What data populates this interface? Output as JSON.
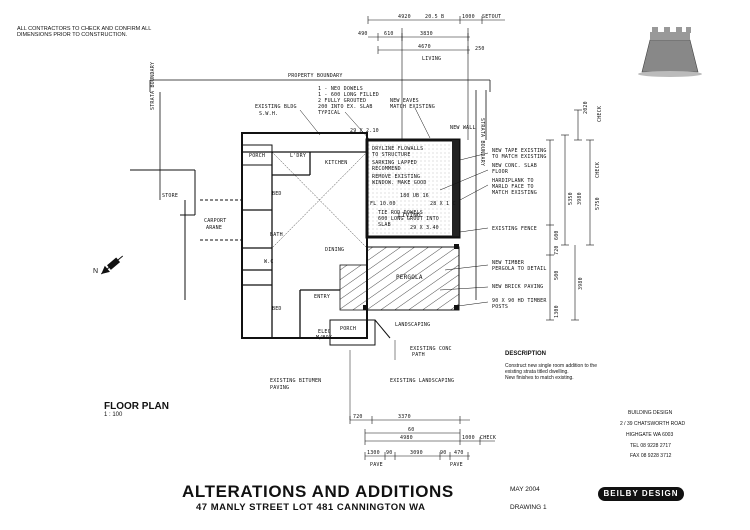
{
  "header": {
    "note_line1": "ALL CONTRACTORS TO CHECK AND CONFIRM ALL",
    "note_line2": "DIMENSIONS PRIOR TO CONSTRUCTION."
  },
  "top_dims": {
    "d1": "4920",
    "d2": "20.5 B",
    "d3": "1000",
    "setout": "SETOUT",
    "d4": "490",
    "d5": "610",
    "d6": "3830",
    "d7": "4670",
    "d8": "250",
    "living": "LIVING"
  },
  "labels": {
    "property_boundary": "PROPERTY BOUNDARY",
    "strata_boundary_left": "STRATA BOUNDARY",
    "strata_boundary_right": "STRATA BOUNDARY",
    "existing_bldg": "EXISTING BLDG",
    "existing_bldg2": "S.W.H.",
    "porch_top": "PORCH",
    "ldry": "L'DRY",
    "kitchen": "KITCHEN",
    "bed1": "BED",
    "bed2": "BED",
    "bath": "BATH",
    "wc": "W.C",
    "dining": "DINING",
    "entry": "ENTRY",
    "store": "STORE",
    "carport": "CARPORT",
    "carport2": "ARANE",
    "living_room": "LIVING",
    "fl": "FL 10.00",
    "fl2": "28 X 1 C",
    "beam": "180 UB 16",
    "pergola": "PERGOLA",
    "porch_bottom": "PORCH",
    "elec": "ELEC",
    "mbox": "M/BOX",
    "landscaping": "LANDSCAPING",
    "existing_landscaping": "EXISTING LANDSCAPING",
    "existing_bitumen": "EXISTING BITUMEN",
    "existing_bitumen2": "PAVING",
    "existing_conc": "EXISTING CONC",
    "existing_conc2": "PATH",
    "north": "N"
  },
  "annotations": {
    "a1": "1 - NEO DOWELS",
    "a2": "1 - 600 LONG FILLED",
    "a3": "2 FULLY GROUTED",
    "a4": "200 INTO EX. SLAB",
    "a5": "TYPICAL",
    "b1": "NEW EAVES",
    "b2": "MATCH EXISTING",
    "c1": "DRYLINE FLOWALLS",
    "c2": "TO STRUCTURE",
    "c3": "SARKING LAPPED",
    "c4": "RECOMMEND",
    "c5": "REMOVE EXISTING",
    "c6": "WINDOW. MAKE GOOD",
    "d1": "NEW TAPE EXISTING",
    "d2": "TO MATCH EXISTING",
    "d3": "NEW CONC. SLAB",
    "d4": "FLOOR",
    "d5": "HARDIPLANK TO",
    "d6": "MARLD FACE TO",
    "d7": "MATCH EXISTING",
    "e1": "EXISTING FENCE",
    "f1": "NEW TIMBER",
    "f2": "PERGOLA TO DETAIL",
    "g1": "NEW BRICK PAVING",
    "h1": "90 X 90 HD TIMBER",
    "h2": "POSTS",
    "i1": "TIE ROD DOWELS",
    "i2": "600 LONG GROUT INTO",
    "i3": "SLAB",
    "j1": "29 X 3.40",
    "k1": "NEW WALL",
    "top_small": "29 X 2.10"
  },
  "right_dims": {
    "r1": "2020",
    "r1b": "CHECK",
    "r2": "5750",
    "r2b": "CHECK",
    "r3": "5350",
    "r4": "3980",
    "r5": "600",
    "r6": "720",
    "r7": "3980",
    "r8": "500",
    "r9": "1300"
  },
  "bottom_dims": {
    "b1": "720",
    "b2": "3370",
    "b3": "60",
    "b4": "4980",
    "b5": "1000",
    "b5b": "CHECK",
    "b6": "1300",
    "b7": "90",
    "b8": "3090",
    "b9": "90",
    "b10": "470",
    "b11": "PAVE",
    "b12": "PAVE"
  },
  "description": {
    "title": "DESCRIPTION",
    "line1": "Construct new single room addition to the",
    "line2": "existing strata titled dwelling.",
    "line3": "New finishes to match existing."
  },
  "plan_title": {
    "title": "FLOOR PLAN",
    "scale": "1 : 100"
  },
  "firm": {
    "line1": "BUILDING DESIGN",
    "line2": "2 / 39 CHATSWORTH ROAD",
    "line3": "HIGHGATE WA 6003",
    "line4": "TEL  08 9228 2717",
    "line5": "FAX  08 9228 3712",
    "logo_text": "BEILBY DESIGN"
  },
  "title_block": {
    "main": "ALTERATIONS AND ADDITIONS",
    "address": "47  MANLY STREET   LOT 481   CANNINGTON   WA",
    "date": "MAY 2004",
    "drawing": "DRAWING 1"
  }
}
